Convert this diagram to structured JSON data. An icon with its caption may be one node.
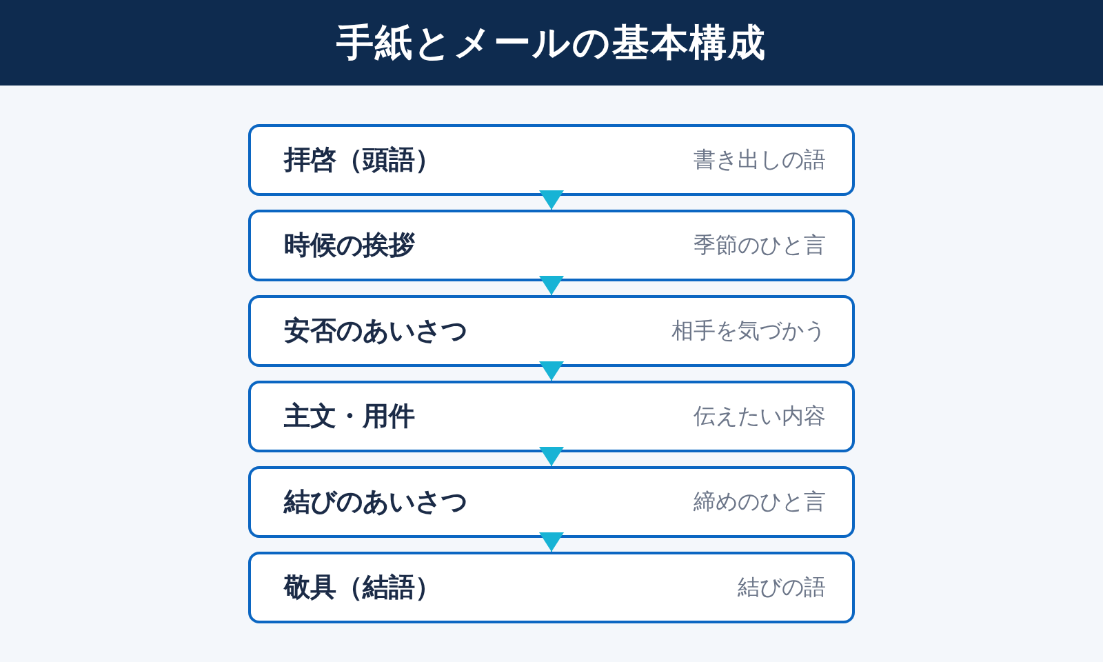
{
  "diagram": {
    "title": "手紙とメールの基本構成",
    "nodes": [
      {
        "text": [
          "拝啓（頭語）",
          "書き出しの語"
        ]
      },
      {
        "text": [
          "時候の挨拶",
          "季節のひと言"
        ]
      },
      {
        "text": [
          "安否のあいさつ",
          "相手を気づかう"
        ]
      },
      {
        "text": [
          "主文・用件",
          "伝えたい内容"
        ]
      },
      {
        "text": [
          "結びのあいさつ",
          "締めのひと言"
        ]
      },
      {
        "text": [
          "敬具（結語）",
          "結びの語"
        ]
      }
    ],
    "edges": [
      {
        "from": 0,
        "to": 1,
        "arrow": "to"
      },
      {
        "from": 1,
        "to": 2,
        "arrow": "to"
      },
      {
        "from": 2,
        "to": 3,
        "arrow": "to"
      },
      {
        "from": 3,
        "to": 4,
        "arrow": "to"
      },
      {
        "from": 4,
        "to": 5,
        "arrow": "to"
      }
    ]
  }
}
